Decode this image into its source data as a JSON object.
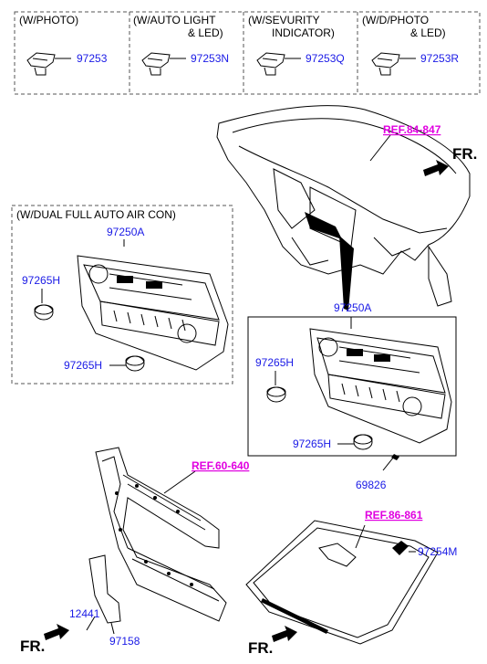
{
  "option_boxes": [
    {
      "header": [
        "(W/PHOTO)"
      ],
      "part_no": "97253"
    },
    {
      "header": [
        "(W/AUTO LIGHT",
        "& LED)"
      ],
      "part_no": "97253N"
    },
    {
      "header": [
        "(W/SEVURITY",
        "INDICATOR)"
      ],
      "part_no": "97253Q"
    },
    {
      "header": [
        "(W/D/PHOTO",
        "& LED)"
      ],
      "part_no": "97253R"
    }
  ],
  "left_box": {
    "header": "(W/DUAL FULL AUTO AIR CON)",
    "unit_label": "97250A",
    "knob_label_top": "97265H",
    "knob_label_bottom": "97265H"
  },
  "right_box": {
    "unit_label": "97250A",
    "knob_label_top": "97265H",
    "knob_label_bottom": "97265H",
    "screw_label": "69826"
  },
  "refs": {
    "dashboard": "REF.84-847",
    "frame": "REF.60-640",
    "windshield": "REF.86-861"
  },
  "labels": {
    "sensor": "97254M",
    "bolt": "12441",
    "bracket": "97158"
  },
  "fr": {
    "top_right": "FR.",
    "bottom_left": "FR.",
    "bottom_mid": "FR."
  }
}
